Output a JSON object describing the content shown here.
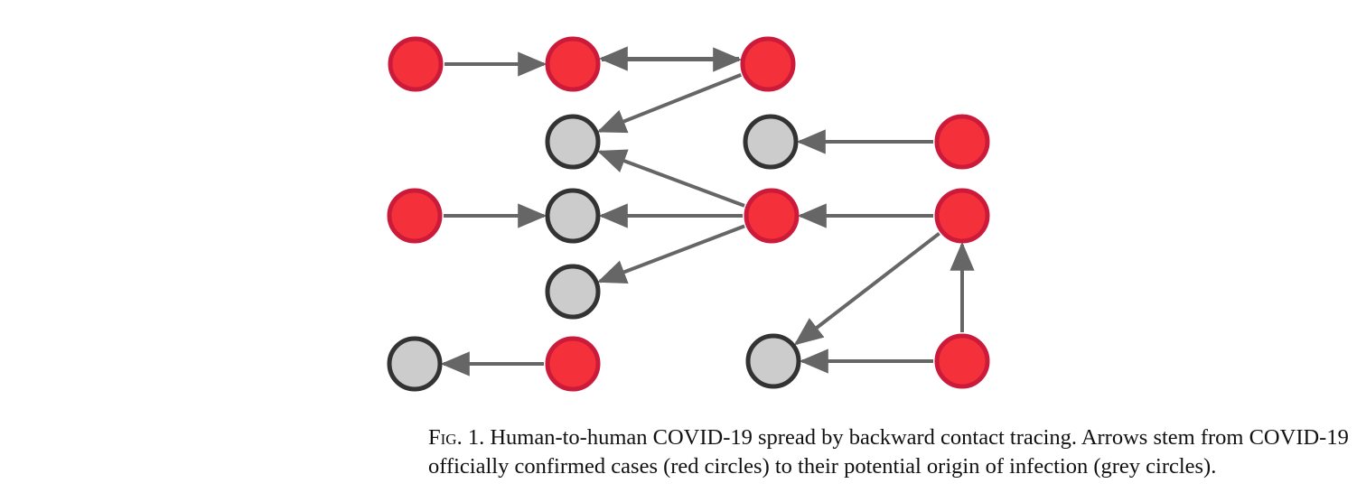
{
  "colors": {
    "edge": "#666666",
    "case_fill": "#f4303a",
    "case_stroke": "#cc1b3a",
    "origin_fill": "#cccccc",
    "origin_stroke": "#333333"
  },
  "nodes": [
    {
      "id": "n1",
      "kind": "case"
    },
    {
      "id": "n2",
      "kind": "case"
    },
    {
      "id": "n3",
      "kind": "case"
    },
    {
      "id": "n4",
      "kind": "origin"
    },
    {
      "id": "n5",
      "kind": "origin"
    },
    {
      "id": "n6",
      "kind": "case"
    },
    {
      "id": "n7",
      "kind": "case"
    },
    {
      "id": "n8",
      "kind": "origin"
    },
    {
      "id": "n9",
      "kind": "case"
    },
    {
      "id": "n10",
      "kind": "case"
    },
    {
      "id": "n11",
      "kind": "origin"
    },
    {
      "id": "n12",
      "kind": "origin"
    },
    {
      "id": "n13",
      "kind": "case"
    },
    {
      "id": "n14",
      "kind": "origin"
    },
    {
      "id": "n15",
      "kind": "case"
    }
  ],
  "edges": [
    {
      "from": "n1",
      "to": "n2"
    },
    {
      "from": "n2",
      "to": "n3"
    },
    {
      "from": "n3",
      "to": "n2"
    },
    {
      "from": "n3",
      "to": "n4"
    },
    {
      "from": "n6",
      "to": "n5"
    },
    {
      "from": "n7",
      "to": "n8"
    },
    {
      "from": "n9",
      "to": "n4"
    },
    {
      "from": "n9",
      "to": "n8"
    },
    {
      "from": "n9",
      "to": "n11"
    },
    {
      "from": "n10",
      "to": "n9"
    },
    {
      "from": "n10",
      "to": "n14"
    },
    {
      "from": "n13",
      "to": "n12"
    },
    {
      "from": "n15",
      "to": "n14"
    },
    {
      "from": "n15",
      "to": "n10"
    }
  ],
  "caption": {
    "label_first": "F",
    "label_rest": "ig",
    "label_number": ". 1.",
    "text": "Human-to-human COVID-19 spread by backward contact tracing. Arrows stem from COVID-19 officially confirmed cases (red circles) to their potential origin of infection (grey circles)."
  }
}
